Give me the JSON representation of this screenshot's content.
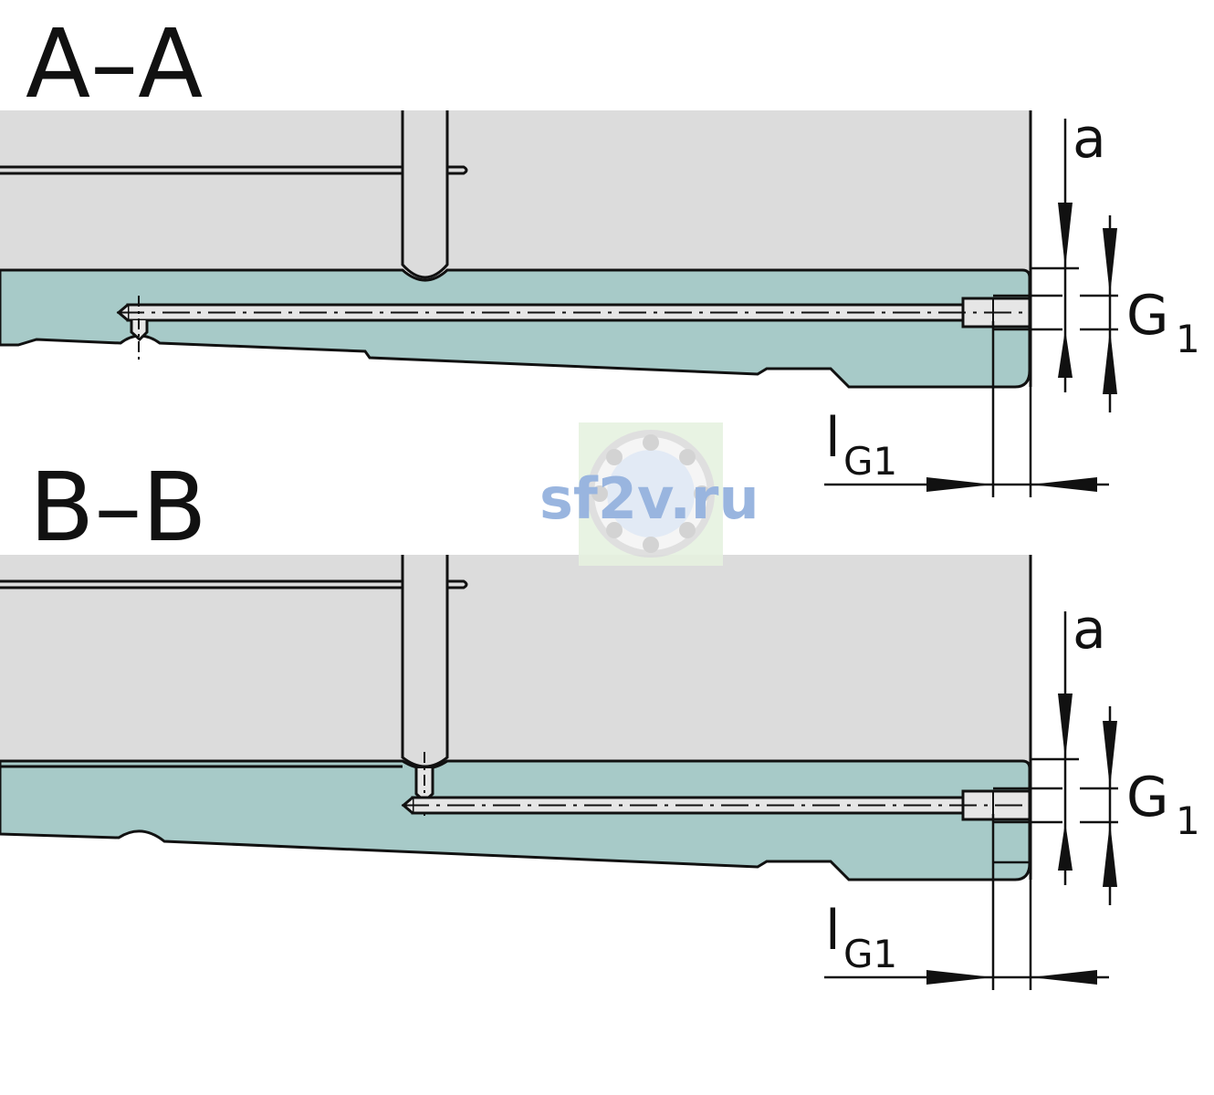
{
  "sections": [
    {
      "title": "A–A",
      "labels": {
        "a": "a",
        "g": "G",
        "g_sub": "1",
        "l": "l",
        "l_sub": "G1"
      }
    },
    {
      "title": "B–B",
      "labels": {
        "a": "a",
        "g": "G",
        "g_sub": "1",
        "l": "l",
        "l_sub": "G1"
      }
    }
  ],
  "watermark": "sf2v.ru",
  "colors": {
    "carriage": "#dcdcdc",
    "rail": "#a7cac8",
    "bore": "#e6e6e6",
    "line": "#111111"
  }
}
